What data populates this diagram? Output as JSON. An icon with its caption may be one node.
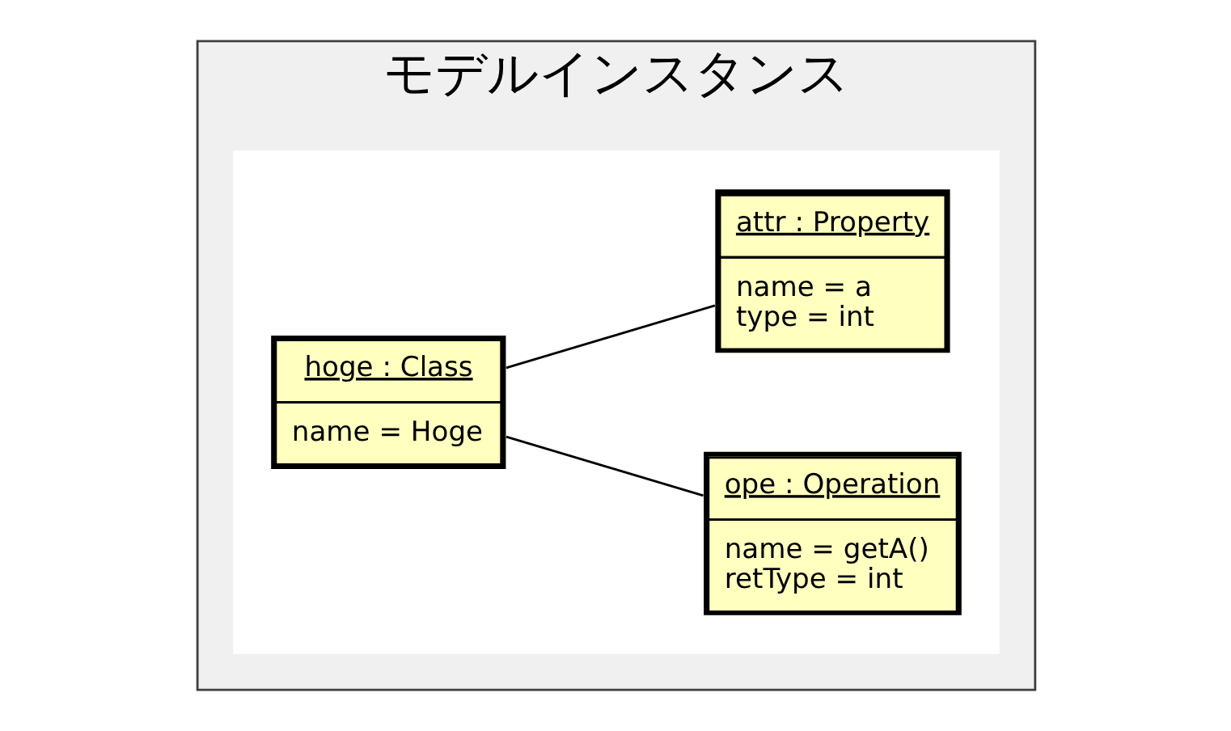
{
  "diagram": {
    "nodes": [
      {
        "text": [
          "モデルインスタンス"
        ]
      },
      {
        "text": [],
        "shape": "box",
        "in": 0
      },
      {
        "text": [
          "hoge : Class",
          "name = Hoge"
        ],
        "in": 1
      },
      {
        "text": [
          "attr : Property",
          "name = a",
          "type = int"
        ],
        "in": 1
      },
      {
        "text": [
          "ope : Operation",
          "name = getA()",
          "retType = int"
        ],
        "in": 1
      }
    ],
    "edges": [
      {
        "from": 2,
        "to": 3,
        "arrow": "none"
      },
      {
        "from": 2,
        "to": 4,
        "arrow": "none"
      }
    ]
  }
}
